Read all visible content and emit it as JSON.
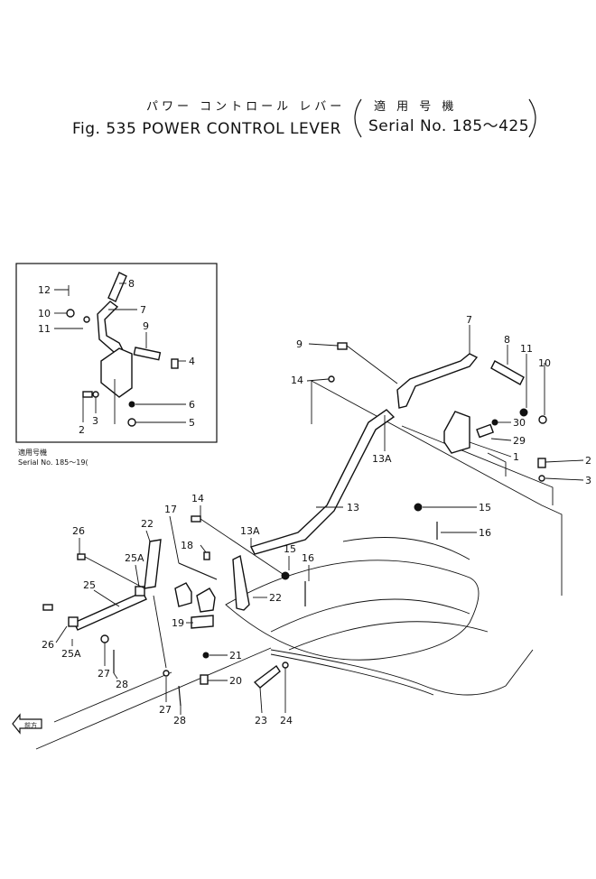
{
  "title": {
    "japanese": "パワー コントロール レバー",
    "paren_japanese": "適 用 号 機",
    "main": "Fig. 535 POWER CONTROL LEVER",
    "serial": "Serial No. 185～425"
  },
  "inset": {
    "caption_japanese": "適用号機",
    "caption_serial": "Serial No. 185～19("
  },
  "direction_label": "前方",
  "callouts": {
    "c12": "12",
    "c10i": "10",
    "c11i": "11",
    "c8i": "8",
    "c7i": "7",
    "c9i": "9",
    "c4i": "4",
    "c6i": "6",
    "c5i": "5",
    "c2i": "2",
    "c3i": "3",
    "c7": "7",
    "c8": "8",
    "c11": "11",
    "c10": "10",
    "c9": "9",
    "c14a": "14",
    "c30": "30",
    "c29": "29",
    "c1": "1",
    "c2": "2",
    "c3": "3",
    "c13A_top": "13A",
    "c13": "13",
    "c15a": "15",
    "c16a": "16",
    "c14b": "14",
    "c13A_low": "13A",
    "c15b": "15",
    "c16b": "16",
    "c26a": "26",
    "c22a": "22",
    "c17": "17",
    "c18": "18",
    "c25A_top": "25A",
    "c25": "25",
    "c22b": "22",
    "c19": "19",
    "c26b": "26",
    "c25A_low": "25A",
    "c27a": "27",
    "c28a": "28",
    "c21": "21",
    "c20": "20",
    "c27b": "27",
    "c28b": "28",
    "c23": "23",
    "c24": "24"
  }
}
